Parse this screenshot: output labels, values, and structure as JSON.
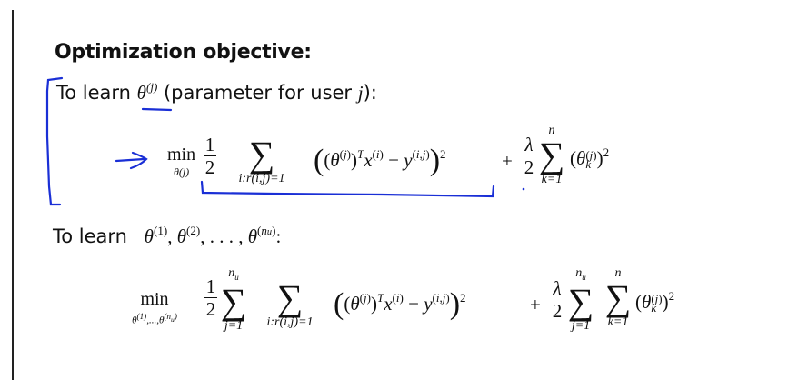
{
  "slide": {
    "title": "Optimization objective:",
    "section1": {
      "lead": "To learn",
      "symbol": "θ",
      "symbol_sup": "(j)",
      "tail": " (parameter for user ",
      "tail_var": "j",
      "tail_end": "):"
    },
    "equation1": {
      "min": "min",
      "min_sub": "θ(j)",
      "half_num": "1",
      "half_den": "2",
      "sum_sym": "∑",
      "sum_lower": "i:r(i,j)=1",
      "squared_term": "((θ(j))ᵀx(i) − y(i,j))",
      "squared_exp": "2",
      "plus": "+",
      "lambda_num": "λ",
      "lambda_den": "2",
      "reg_sum_upper": "n",
      "reg_sum_lower": "k=1",
      "reg_term": "(θ",
      "reg_term_sup": "(j)",
      "reg_term_sub": "k",
      "reg_term_end": ")²"
    },
    "section2": {
      "lead": "To learn",
      "params": "θ(1), θ(2), . . . , θ(nu):"
    },
    "equation2": {
      "min": "min",
      "min_sub": "θ(1),...,θ(nu)",
      "half_num": "1",
      "half_den": "2",
      "sum1_upper": "nu",
      "sum1_lower": "j=1",
      "sum2_lower": "i:r(i,j)=1",
      "squared_term": "((θ(j))ᵀx(i) − y(i,j))",
      "squared_exp": "2",
      "plus": "+",
      "lambda_num": "λ",
      "lambda_den": "2",
      "reg_sum1_upper": "nu",
      "reg_sum1_lower": "j=1",
      "reg_sum2_upper": "n",
      "reg_sum2_lower": "k=1",
      "reg_term": "(θ",
      "reg_term_sup": "(j)",
      "reg_term_sub": "k",
      "reg_term_end": ")²"
    },
    "annotations": {
      "ink_color": "#1a2fd6",
      "items": [
        "left-bracket",
        "arrow",
        "underline-theta",
        "underbrace-sum"
      ]
    }
  }
}
